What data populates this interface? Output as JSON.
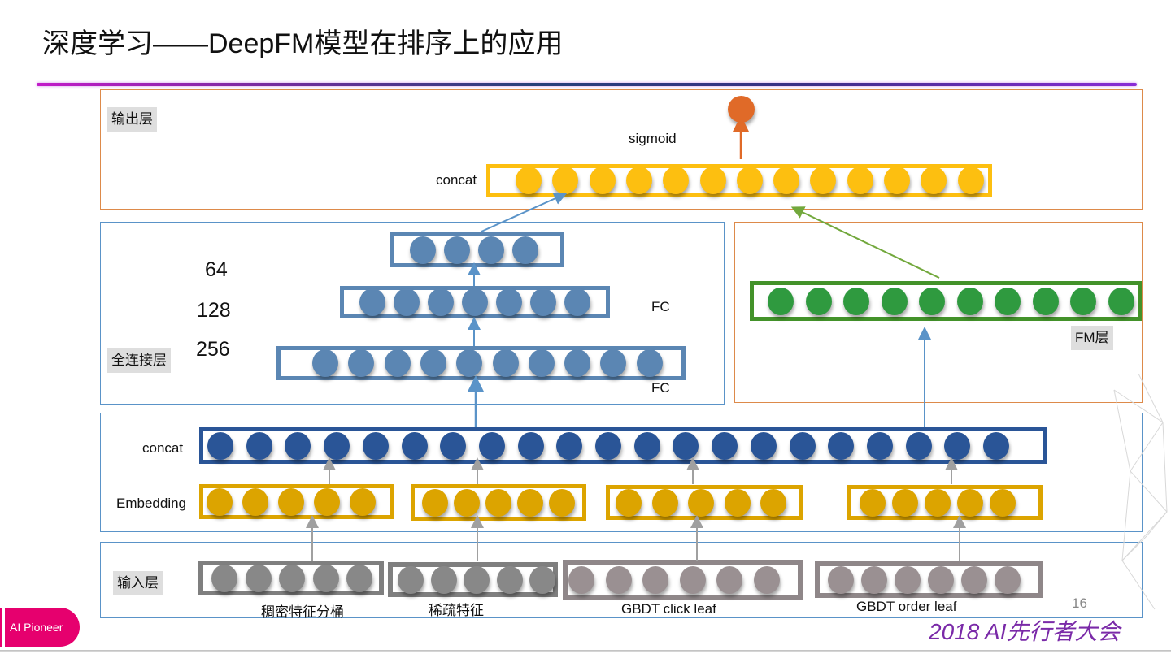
{
  "slide": {
    "title": "深度学习——DeepFM模型在排序上的应用",
    "page_number": "16",
    "event_name": "2018 AI先行者大会",
    "logo_text": "AI Pioneer",
    "colors": {
      "output_circle": "#e06a28",
      "concat_top": "#fdbf10",
      "fc_blue": "#5b86b3",
      "fm_green": "#2f9a3f",
      "concat_blue": "#2a5597",
      "embedding": "#dca400",
      "input_grey": "#888888",
      "gbdt_grey": "#9a9092",
      "accent_purple": "#7a2aa8"
    }
  },
  "output_layer": {
    "tag": "输出层",
    "sigmoid_label": "sigmoid",
    "concat_label": "concat",
    "concat_units": 13
  },
  "fc_layer": {
    "tag": "全连接层",
    "sizes": [
      "64",
      "128",
      "256"
    ],
    "fc_label_upper": "FC",
    "fc_label_lower": "FC",
    "layer_units": [
      4,
      7,
      10
    ]
  },
  "fm_layer": {
    "tag": "FM层",
    "units": 10
  },
  "embedding_layer": {
    "concat_label": "concat",
    "embedding_label": "Embedding",
    "concat_units": 21,
    "groups_units": [
      5,
      5,
      5,
      5
    ]
  },
  "input_layer": {
    "tag": "输入层",
    "groups": [
      {
        "label": "稠密特征分桶",
        "units": 5
      },
      {
        "label": "稀疏特征",
        "units": 5
      },
      {
        "label": "GBDT click leaf",
        "units": 6
      },
      {
        "label": "GBDT order leaf",
        "units": 6
      }
    ]
  }
}
